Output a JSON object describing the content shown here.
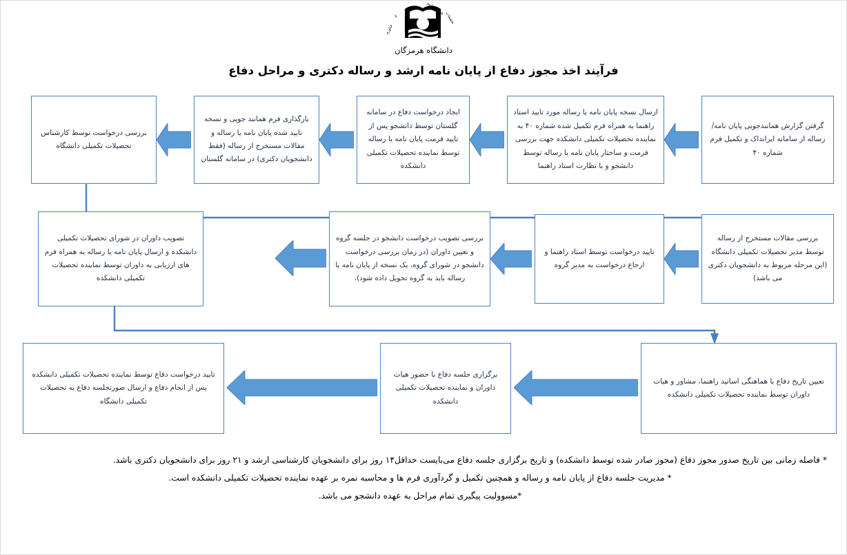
{
  "header": {
    "logo_name": "university-of-hormozgan-emblem",
    "logo_caption": "دانشگاه هرمزگان",
    "emblem_ring_text": "وزارت علوم تحقیقات و فناوری"
  },
  "title": "فرآیند اخذ مجوز دفاع از پایان نامه ارشد و رساله دکتری و مراحل دفاع",
  "colors": {
    "box_border": "#4a81bf",
    "arrow_fill": "#5b9bd5",
    "arrow_stroke": "#4a81bf",
    "connector": "#4a81bf",
    "text": "#1f2d3d",
    "page_border": "#d9d9d9"
  },
  "chart_data": {
    "type": "flowchart",
    "direction": "right-to-left",
    "rows": 3,
    "title": "فرآیند اخذ مجوز دفاع از پایان نامه ارشد و رساله دکتری و مراحل دفاع",
    "nodes": [
      {
        "id": 1,
        "row": 1,
        "order": 1,
        "text": "گرفتن گزارش همانندجویی  پایان نامه/ رساله از سامانه ایرانداک و تکمیل فرم شماره ۴۰"
      },
      {
        "id": 2,
        "row": 1,
        "order": 2,
        "text": "ارسال نسخه پایان نامه یا رساله مورد تایید استاد راهنما به همراه فرم تکمیل شده شماره ۴۰ به نماینده تحصیلات تکمیلی دانشکده جهت بررسی فرمت و ساختار پایان نامه یا رساله توسط دانشجو و با نظارت استاد راهنما"
      },
      {
        "id": 3,
        "row": 1,
        "order": 3,
        "text": "ایجاد درخواست دفاع در سامانه گلستان توسط دانشجو پس از تایید فرمت پایان نامه یا رساله توسط نماینده تحصیلات تکمیلی دانشکده"
      },
      {
        "id": 4,
        "row": 1,
        "order": 4,
        "text": "بارگذاری فرم همانند جویی و نسخه تایید شده پایان نامه یا رساله و مقالات مستخرج از رساله (فقط دانشجویان دکتری) در سامانه گلستان"
      },
      {
        "id": 5,
        "row": 1,
        "order": 5,
        "text": "بررسی درخواست توسط کارشناس تحصیلات تکمیلی دانشگاه"
      },
      {
        "id": 6,
        "row": 2,
        "order": 1,
        "text": "بررسی مقالات مستخرج از رساله توسط مدیر تحصیلات تکمیلی دانشگاه (این مرحله مربوط به دانشجویان دکتری می باشد)"
      },
      {
        "id": 7,
        "row": 2,
        "order": 2,
        "text": "تایید درخواست توسط استاد راهنما و ارجاع درخواست به مدیر گروه"
      },
      {
        "id": 8,
        "row": 2,
        "order": 3,
        "text": "بررسی تصویب درخواست دانشجو در جلسه گروه و تعیین داوران (در زمان بررسی درخواست دانشجو در شورای گروه، یک نسخه از پایان نامه یا رساله باید به گروه تحویل داده شود)."
      },
      {
        "id": 9,
        "row": 2,
        "order": 4,
        "text": "تصویب داوران در شورای تحصیلات تکمیلی دانشکده و ارسال پایان نامه یا رساله به همراه فرم های ارزیابی به داوران توسط نماینده تحصیلات تکمیلی دانشکده"
      },
      {
        "id": 10,
        "row": 3,
        "order": 1,
        "text": "تعیین تاریخ دفاع با هماهنگی اساتید راهنما، مشاور و هیات داوران توسط نماینده تحصیلات تکمیلی دانشکده"
      },
      {
        "id": 11,
        "row": 3,
        "order": 2,
        "text": "برگزاری جلسه دفاع با حضور هیات داوران و نماینده تحصیلات تکمیلی دانشکده"
      },
      {
        "id": 12,
        "row": 3,
        "order": 3,
        "text": "تایید درخواست دفاع توسط نماینده تحصیلات تکمیلی دانشکده پس از انجام دفاع و ارسال صورتجلسه دفاع به تحصیلات تکمیلی دانشگاه"
      }
    ],
    "edges": [
      {
        "from": 1,
        "to": 2,
        "style": "block-arrow-left"
      },
      {
        "from": 2,
        "to": 3,
        "style": "block-arrow-left"
      },
      {
        "from": 3,
        "to": 4,
        "style": "block-arrow-left"
      },
      {
        "from": 4,
        "to": 5,
        "style": "block-arrow-left"
      },
      {
        "from": 5,
        "to": 6,
        "style": "elbow-connector"
      },
      {
        "from": 6,
        "to": 7,
        "style": "block-arrow-left"
      },
      {
        "from": 7,
        "to": 8,
        "style": "block-arrow-left"
      },
      {
        "from": 8,
        "to": 9,
        "style": "block-arrow-left"
      },
      {
        "from": 9,
        "to": 10,
        "style": "elbow-connector"
      },
      {
        "from": 10,
        "to": 11,
        "style": "block-arrow-left"
      },
      {
        "from": 11,
        "to": 12,
        "style": "block-arrow-left"
      }
    ]
  },
  "notes": [
    "* فاصله زمانی بین تاریخ صدور مجوز دفاع (مجوز صادر شده توسط دانشکده) و تاریخ برگزاری جلسه دفاع می‌بایست حداقل۱۴ روز برای دانشجویان کارشناسی ارشد و ۲۱ روز برای دانشجویان دکتری باشد.",
    "* مدیریت جلسه دفاع از پایان نامه و رساله و همچنین تکمیل و گردآوری فرم ها و محاسبه نمره بر عهده نماینده تحصیلات تکمیلی دانشکده است.",
    "*مسوولیت پیگیری تمام مراحل به عهده دانشجو می باشد."
  ]
}
